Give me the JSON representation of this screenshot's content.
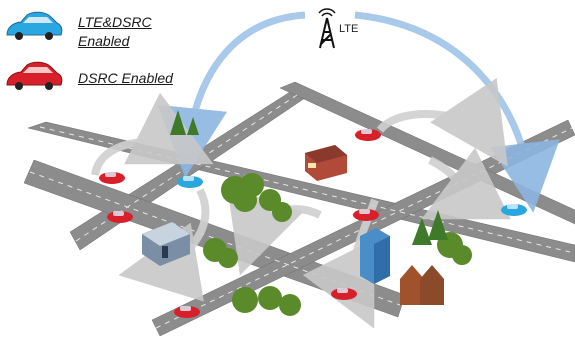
{
  "legend": {
    "lte_dsrc_line1": "LTE&DSRC",
    "lte_dsrc_line2": "Enabled",
    "dsrc": "DSRC Enabled"
  },
  "tower": {
    "label": "LTE"
  },
  "colors": {
    "lte_car": "#2aa6e0",
    "dsrc_car": "#d8202a",
    "road": "#8c8c8c",
    "lte_arrow": "#9fc4e8",
    "dsrc_arrow": "#cfcfcf",
    "tree": "#5a8a2a"
  },
  "icons": [
    "cell-tower-icon",
    "car-blue-icon",
    "car-red-icon",
    "tree-icon",
    "building-icon"
  ]
}
